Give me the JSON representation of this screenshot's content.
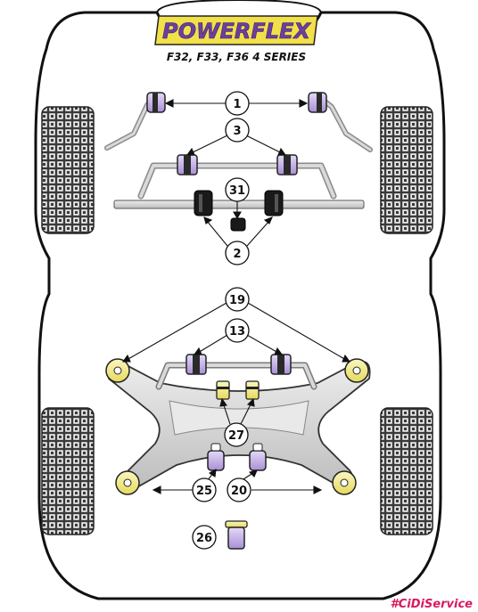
{
  "brand": {
    "name": "POWERFLEX",
    "text_color": "#6b3fa0",
    "badge_color": "#f2e04a"
  },
  "subtitle": "F32, F33, F36 4 SERIES",
  "callouts": {
    "c1": "1",
    "c3": "3",
    "c31": "31",
    "c2": "2",
    "c19": "19",
    "c13": "13",
    "c27": "27",
    "c25": "25",
    "c20": "20",
    "c26": "26"
  },
  "watermark": {
    "text": "#CiDiService",
    "color": "#d81b60"
  },
  "colors": {
    "outline": "#111111",
    "bushing_purple": "#c9b6ea",
    "bushing_yellow": "#f3ec8a",
    "bushing_black": "#1a1a1a",
    "metal_gray": "#cfcfcf",
    "tyre_dark": "#3a3a3a"
  },
  "icons": {
    "tyre": "tyre-icon",
    "bushing": "bushing-icon"
  }
}
